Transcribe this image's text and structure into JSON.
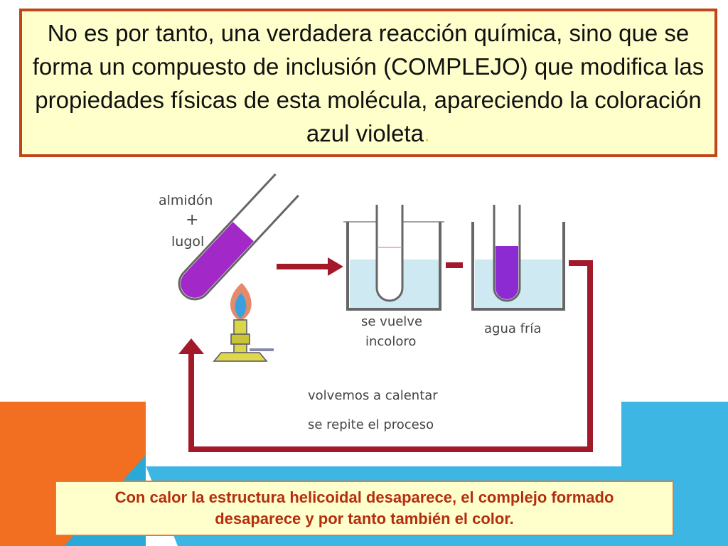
{
  "slide": {
    "title_text": "No es por tanto, una verdadera reacción química, sino que se forma un compuesto de inclusión (COMPLEJO) que modifica las propiedades físicas de esta molécula, apareciendo la coloración azul violeta",
    "title_trailing": ".",
    "caption_text": "Con calor la estructura helicoidal desaparece, el complejo formado desaparece  y por tanto también el color."
  },
  "diagram": {
    "label_almidon": "almidón",
    "label_plus": "+",
    "label_lugol": "lugol",
    "label_se_vuelve": "se vuelve",
    "label_incoloro": "incoloro",
    "label_agua_fria": "agua fría",
    "label_volvemos": "volvemos a calentar",
    "label_repite": "se repite el proceso"
  },
  "colors": {
    "box_fill": "#ffffcc",
    "title_border": "#c0461a",
    "caption_border": "#e07b3a",
    "caption_text": "#b52d0f",
    "arrow": "#a3192a",
    "violet_liquid": "#a328c8",
    "tube_violet": "#8c2bd2",
    "water": "#cfe9f2",
    "deco_orange": "#f26e21",
    "deco_blue": "#2aa9d9",
    "deco_light_blue": "#4bc0e6"
  }
}
